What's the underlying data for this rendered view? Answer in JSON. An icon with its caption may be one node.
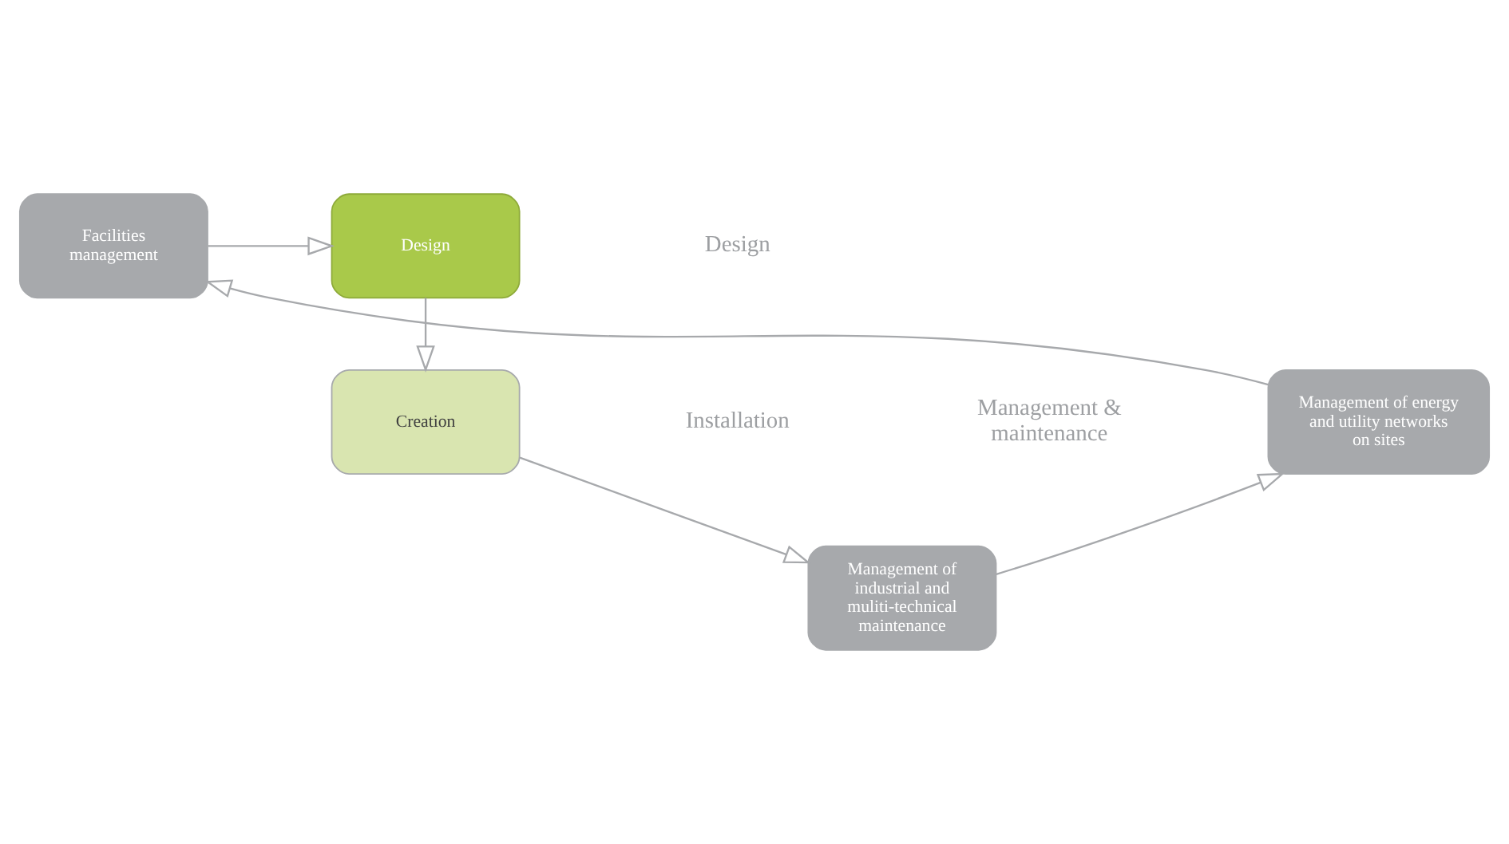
{
  "diagram": {
    "nodes": [
      {
        "text": [
          "Facilities management"
        ]
      },
      {
        "text": [
          "Design"
        ]
      },
      {
        "text": [
          "Creation"
        ]
      },
      {
        "text": [
          "Management of industrial and muliti-technical maintenance"
        ]
      },
      {
        "text": [
          "Management of energy and utility networks on sites"
        ]
      }
    ],
    "edges": [
      {
        "from": 0,
        "to": 1,
        "arrow": "to"
      },
      {
        "from": 1,
        "to": 2,
        "arrow": "to"
      },
      {
        "from": 2,
        "to": 3,
        "arrow": "to"
      },
      {
        "from": 3,
        "to": 4,
        "arrow": "to"
      },
      {
        "from": 4,
        "to": 0,
        "arrow": "to"
      }
    ],
    "labels": [
      "Management & maintenance",
      "Design",
      "Installation"
    ]
  }
}
